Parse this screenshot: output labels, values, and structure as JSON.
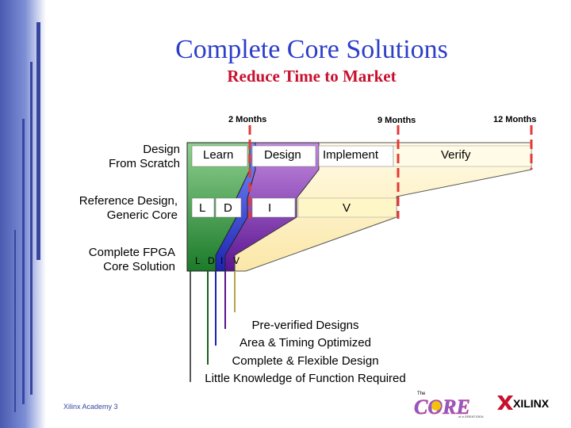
{
  "title": "Complete Core Solutions",
  "subtitle": "Reduce Time to Market",
  "months": [
    "2 Months",
    "9 Months",
    "12 Months"
  ],
  "rows": [
    {
      "label_lines": [
        "Design",
        "From Scratch"
      ],
      "segments": [
        "Learn",
        "Design",
        "Implement",
        "Verify"
      ]
    },
    {
      "label_lines": [
        "Reference Design,",
        "Generic Core"
      ],
      "segments": [
        "L",
        "D",
        "I",
        "V"
      ]
    },
    {
      "label_lines": [
        "Complete FPGA",
        "Core Solution"
      ],
      "segments": [
        "L",
        "D",
        "I",
        "V"
      ]
    }
  ],
  "notes": [
    "Pre-verified Designs",
    "Area & Timing Optimized",
    "Complete & Flexible Design",
    "Little Knowledge of Function Required"
  ],
  "footer": "Xilinx Academy 3",
  "logos": {
    "core_small": "The",
    "core_main": "CORE",
    "core_tag": "of a GREAT IDEA",
    "xilinx": "XILINX"
  },
  "colors": {
    "learn": "#2e7d32",
    "design": "#2233b8",
    "implement": "#6a1b9a",
    "verify": "#fff6c8",
    "title": "#2d3ec8",
    "subtitle": "#c8102e",
    "marker": "#e53935"
  }
}
